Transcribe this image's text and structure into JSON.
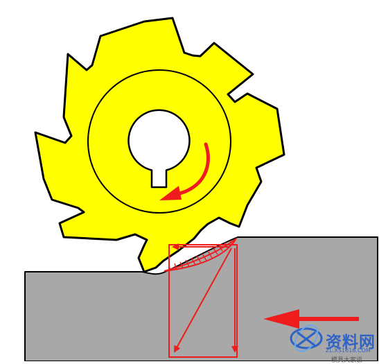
{
  "watermark": {
    "title": "资料网",
    "url": "ZL.XS1616.COM",
    "caption": "模具大家谈"
  },
  "colors": {
    "cutter_fill": "#ffff00",
    "outline": "#000000",
    "workpiece_fill": "#a8a8a8",
    "arrow_red": "#ee1c1c",
    "watermark_blue": "#2f63c6"
  },
  "icons": {
    "rotation": "curved-rotation-arrow",
    "feed": "feed-direction-arrow",
    "logo": "watermark-logo-icon"
  }
}
